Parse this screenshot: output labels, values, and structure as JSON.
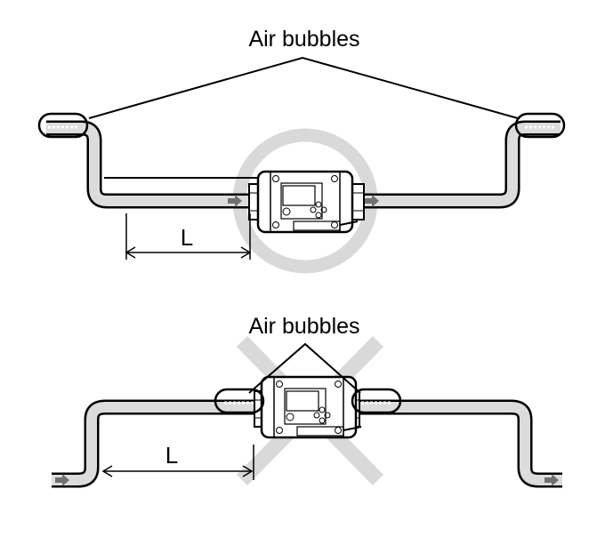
{
  "top_figure": {
    "label": "Air bubbles",
    "dimension_label": "L",
    "verdict": "correct"
  },
  "bottom_figure": {
    "label": "Air bubbles",
    "dimension_label": "L",
    "verdict": "incorrect"
  },
  "colors": {
    "pipe_fill": "#dcdcdc",
    "outline": "#000000",
    "marker": "#d9d9d9",
    "arrow": "#707070"
  }
}
